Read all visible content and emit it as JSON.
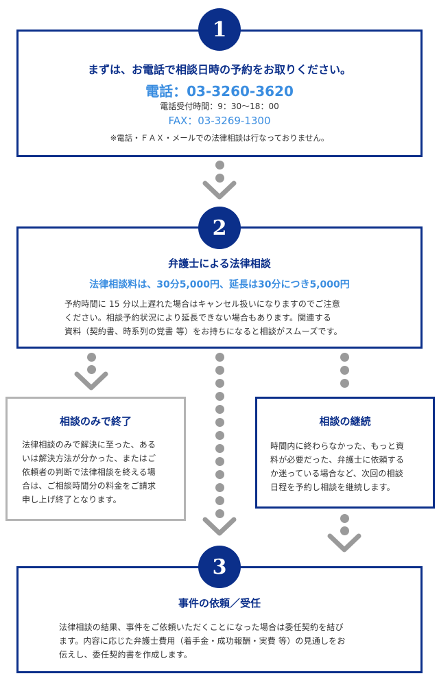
{
  "colors": {
    "navy": "#0b2f8a",
    "accent_blue": "#3a8de0",
    "gray_border": "#b4b4b4",
    "dot_gray": "#9a9a9a"
  },
  "step1": {
    "number": "1",
    "heading": "まずは、お電話で相談日時の予約をお取りください。",
    "phone": "電話：03-3260-3620",
    "hours": "電話受付時間：9：30〜18：00",
    "fax": "FAX：03-3269-1300",
    "note": "※電話・ＦＡＸ・メールでの法律相談は行なっておりません。"
  },
  "step2": {
    "number": "2",
    "heading": "弁護士による法律相談",
    "fee": "法律相談料は、30分5,000円、延長は30分につき5,000円",
    "lines": [
      "予約時間に 15 分以上遅れた場合はキャンセル扱いになりますのでご注意",
      "ください。相談予約状況により延長できない場合もあります。関連する",
      "資料（契約書、時系列の覚書 等）をお持ちになると相談がスムーズです。"
    ]
  },
  "end_branch": {
    "heading": "相談のみで終了",
    "lines": [
      "法律相談のみで解決に至った、ある",
      "いは解決方法が分かった、またはご",
      "依頼者の判断で法律相談を終える場",
      "合は、ご相談時間分の料金をご請求",
      "申し上げ終了となります。"
    ]
  },
  "continue_branch": {
    "heading": "相談の継続",
    "lines": [
      "時間内に終わらなかった、もっと資",
      "料が必要だった、弁護士に依頼する",
      "か迷っている場合など、次回の相談",
      "日程を予約し相談を継続します。"
    ]
  },
  "step3": {
    "number": "3",
    "heading": "事件の依頼／受任",
    "lines": [
      "法律相談の結果、事件をご依頼いただくことになった場合は委任契約を結び",
      "ます。内容に応じた弁護士費用（着手金・成功報酬・実費 等）の見通しをお",
      "伝えし、委任契約書を作成します。"
    ]
  }
}
